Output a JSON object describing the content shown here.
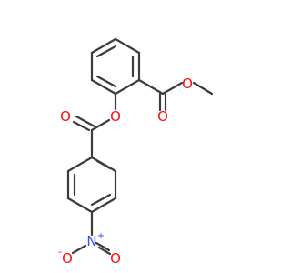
{
  "molecule": {
    "atoms": [
      {
        "id": "o_ether_top",
        "label": "O",
        "color": "#ff0d0d"
      },
      {
        "id": "o_carbonyl_top",
        "label": "O",
        "color": "#ff0d0d"
      },
      {
        "id": "o_ester_link",
        "label": "O",
        "color": "#ff0d0d"
      },
      {
        "id": "o_carbonyl_left",
        "label": "O",
        "color": "#ff0d0d"
      },
      {
        "id": "n_nitro",
        "label": "N",
        "color": "#3050f8"
      },
      {
        "id": "n_charge",
        "label": "+",
        "color": "#3050f8"
      },
      {
        "id": "o_nitro_left",
        "label": "O",
        "color": "#ff0d0d"
      },
      {
        "id": "o_nitro_left_charge",
        "label": "-",
        "color": "#ff0d0d"
      },
      {
        "id": "o_nitro_right",
        "label": "O",
        "color": "#ff0d0d"
      }
    ],
    "bond_color": "#3c3c3c"
  }
}
